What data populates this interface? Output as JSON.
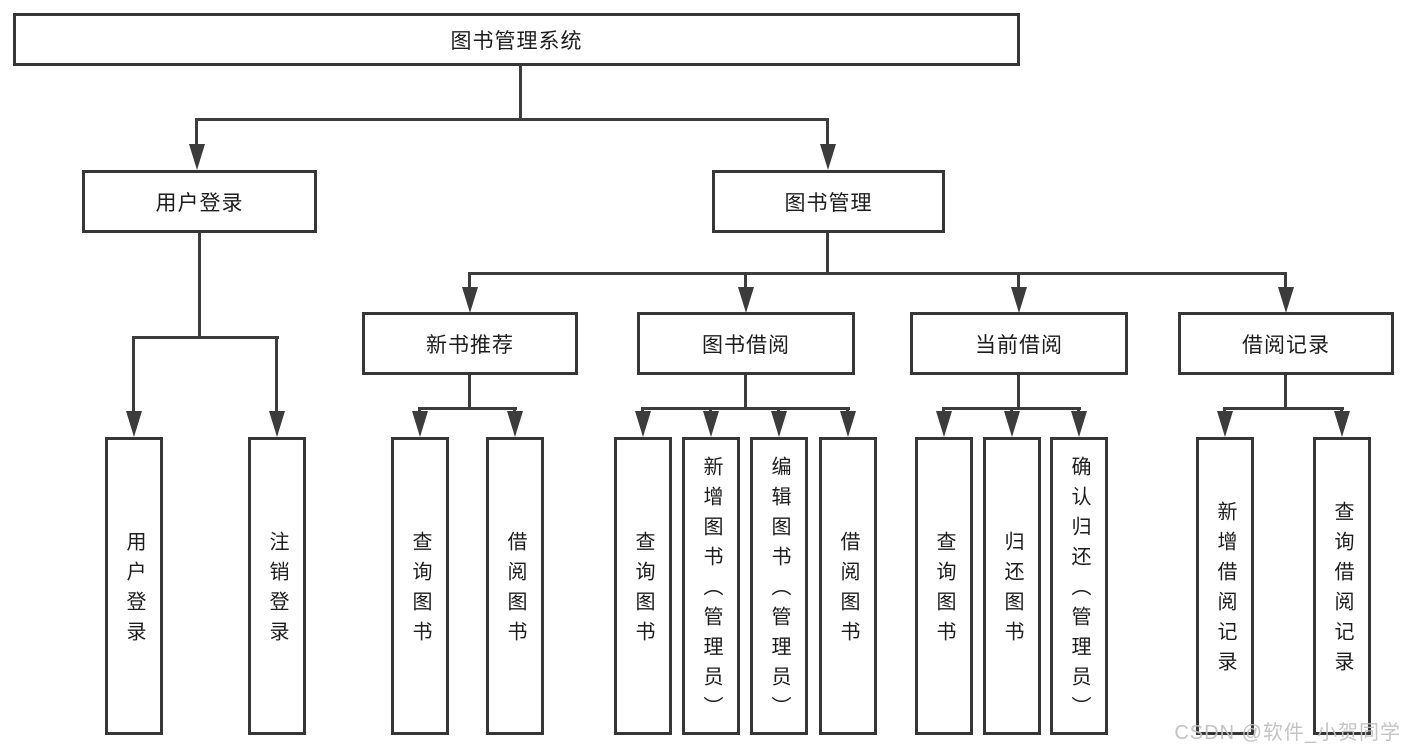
{
  "diagram": {
    "root": "图书管理系统",
    "level2": [
      "用户登录",
      "图书管理"
    ],
    "level3": [
      "新书推荐",
      "图书借阅",
      "当前借阅",
      "借阅记录"
    ],
    "login_children": [
      "用户登录",
      "注销登录"
    ],
    "recommend_children": [
      "查询图书",
      "借阅图书"
    ],
    "borrow_children": [
      "查询图书",
      "新增图书（管理员）",
      "编辑图书（管理员）",
      "借阅图书"
    ],
    "current_children": [
      "查询图书",
      "归还图书",
      "确认归还（管理员）"
    ],
    "record_children": [
      "新增借阅记录",
      "查询借阅记录"
    ]
  },
  "watermark": {
    "text": "CSDN @软件_小贺同学",
    "color": "#c1c1c1"
  },
  "colors": {
    "line": "#3c3c3c",
    "border": "#363636",
    "text": "#1c1c1c",
    "background": "#ffffff"
  }
}
